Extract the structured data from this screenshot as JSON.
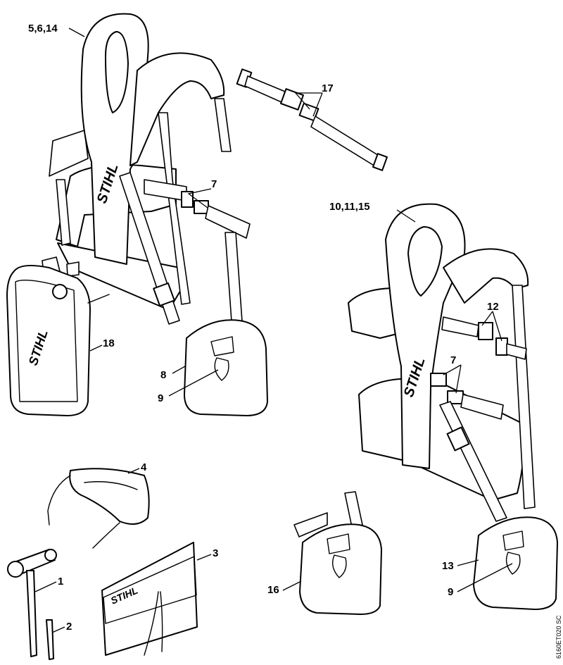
{
  "labels": {
    "harness_main": "5,6,14",
    "buckle_kit": "17",
    "buckle_main": "7",
    "harness_second": "10,11,15",
    "buckle_second_top": "12",
    "buckle_second": "7",
    "pouch": "18",
    "hip_pad_main": "8",
    "carabiner_main": "9",
    "glasses": "4",
    "wrench": "1",
    "pin": "2",
    "bag": "3",
    "pad_separate": "16",
    "hip_pad_second": "13",
    "carabiner_second": "9"
  },
  "logos": {
    "harness_main": "STIHL",
    "harness_second": "STIHL",
    "pouch": "STIHL",
    "bag": "STIHL"
  },
  "drawing_number": "6160ET020 SC"
}
